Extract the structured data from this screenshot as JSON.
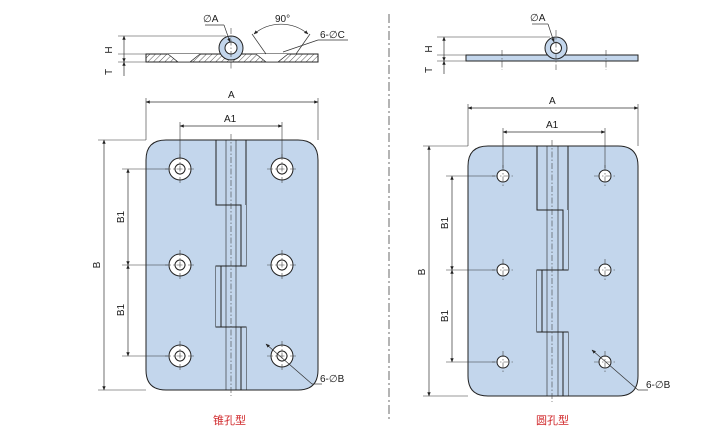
{
  "left": {
    "caption": "锥孔型",
    "labels": {
      "A": "A",
      "A1": "A1",
      "B": "B",
      "B1_upper": "B1",
      "B1_lower": "B1",
      "H": "H",
      "T": "T",
      "dia_A": "∅A",
      "angle": "90°",
      "countersink": "6-∅C",
      "holes": "6-∅B"
    }
  },
  "right": {
    "caption": "圆孔型",
    "labels": {
      "A": "A",
      "A1": "A1",
      "B": "B",
      "B1_upper": "B1",
      "B1_lower": "B1",
      "H": "H",
      "T": "T",
      "dia_A": "∅A",
      "holes": "6-∅B"
    }
  },
  "colors": {
    "plate_fill": "#c3d6ec",
    "caption": "#d0272a",
    "line": "#222222",
    "hatch": "#555555"
  }
}
